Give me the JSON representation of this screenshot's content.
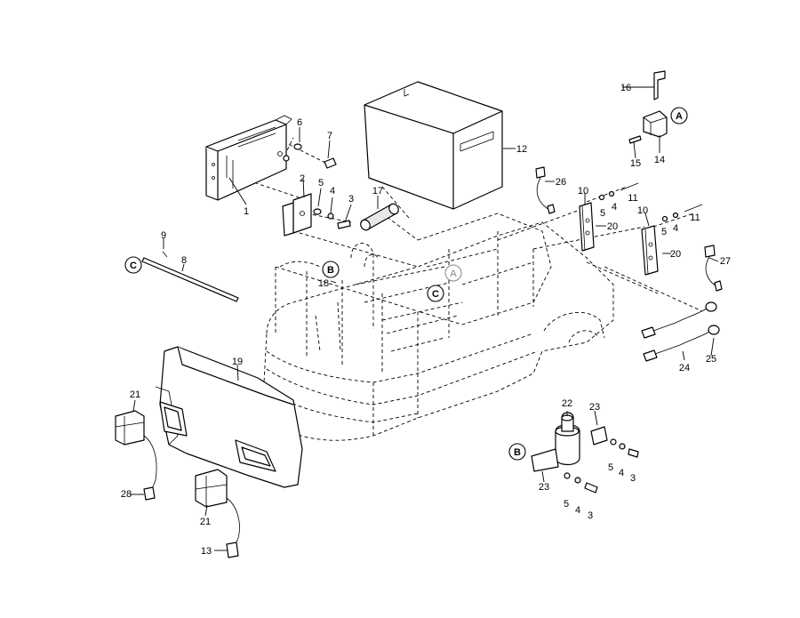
{
  "labels": {
    "p1": "1",
    "p2": "2",
    "p3a": "3",
    "p4a": "4",
    "p5a": "5",
    "p6": "6",
    "p7": "7",
    "p8": "8",
    "p9": "9",
    "p10a": "10",
    "p10b": "10",
    "p11a": "11",
    "p11b": "11",
    "p12": "12",
    "p13": "13",
    "p14": "14",
    "p15": "15",
    "p16": "16",
    "p17": "17",
    "p18": "18",
    "p19": "19",
    "p20a": "20",
    "p20b": "20",
    "p21a": "21",
    "p21b": "21",
    "p22": "22",
    "p23a": "23",
    "p23b": "23",
    "p24": "24",
    "p25": "25",
    "p26": "26",
    "p27": "27",
    "p28": "28",
    "p5b": "5",
    "p4b": "4",
    "p5c": "5",
    "p4c": "4",
    "p5d": "5",
    "p4d": "4",
    "p3b": "3",
    "p5e": "5",
    "p4e": "4",
    "p3c": "3"
  },
  "refs": {
    "a_hinge": "A",
    "a_body": "A",
    "b_panel": "B",
    "b_bracket": "B",
    "c_rail": "C",
    "c_body": "C"
  }
}
